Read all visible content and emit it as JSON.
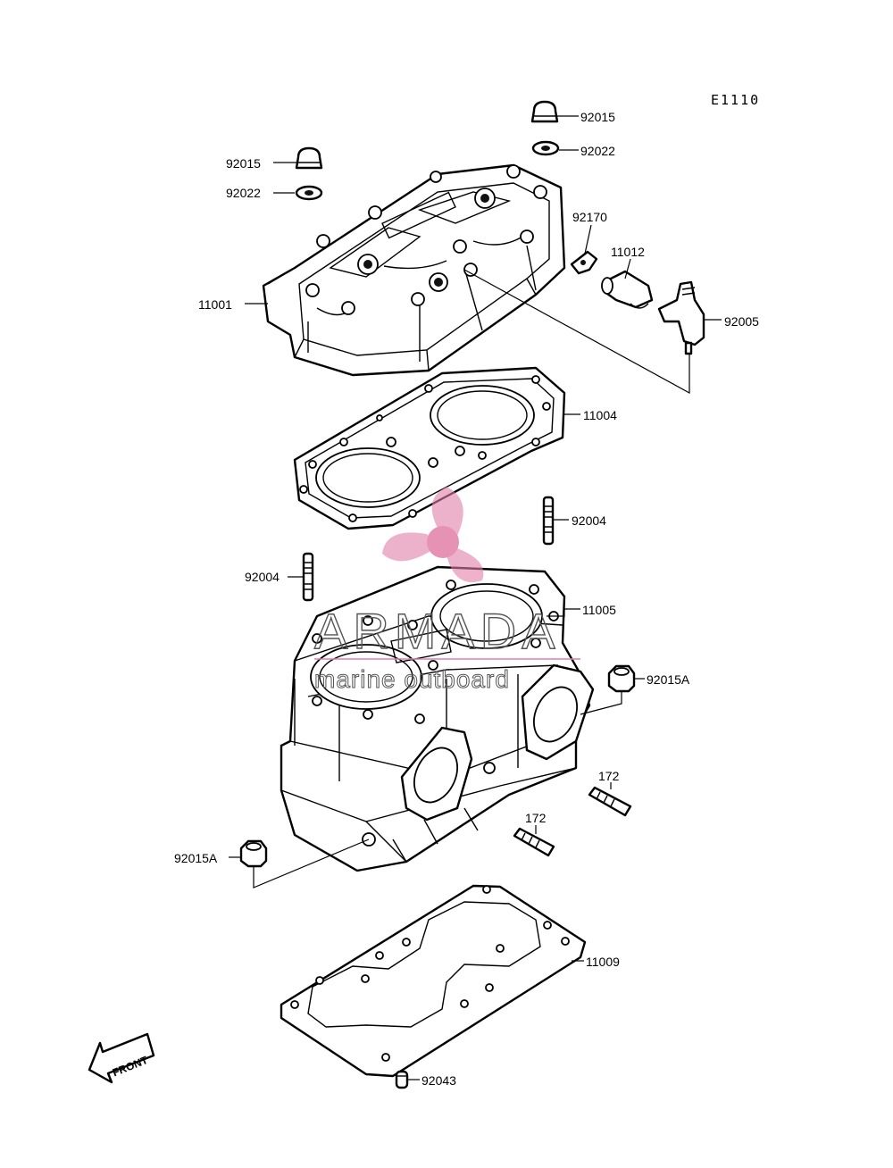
{
  "diagram": {
    "code": "E1110",
    "front_label": "FRONT",
    "watermark": {
      "brand": "ARMADA",
      "tagline": "marine outboard",
      "accent": "#e27fa8"
    },
    "parts": {
      "p92015_top": "92015",
      "p92022_top": "92022",
      "p92015_left": "92015",
      "p92022_left": "92022",
      "p92170": "92170",
      "p11012": "11012",
      "p11001": "11001",
      "p92005": "92005",
      "p11004": "11004",
      "p92004_right": "92004",
      "p92004_left": "92004",
      "p11005": "11005",
      "p92015A_right": "92015A",
      "p172_right": "172",
      "p172_mid": "172",
      "p92015A_left": "92015A",
      "p11009": "11009",
      "p92043": "92043"
    }
  }
}
